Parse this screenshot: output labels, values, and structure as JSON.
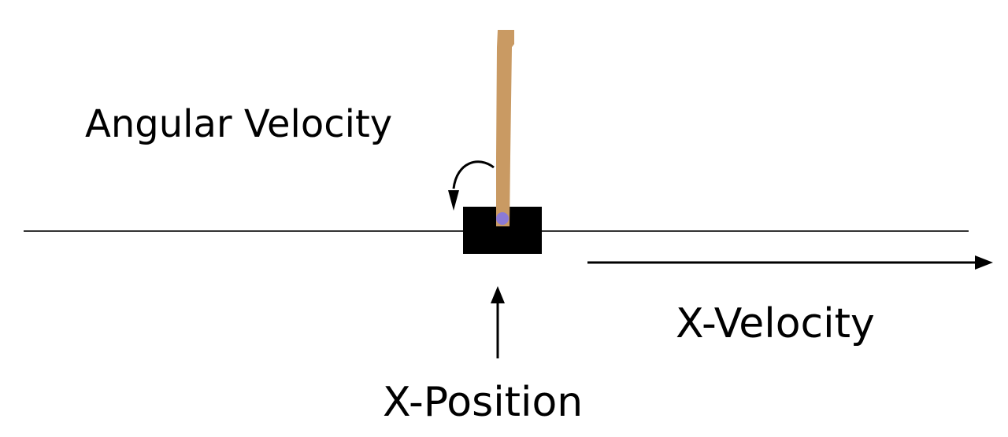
{
  "labels": {
    "angular_velocity": "Angular Velocity",
    "x_velocity": "X-Velocity",
    "x_position": "X-Position"
  },
  "colors": {
    "background": "#ffffff",
    "track": "#333333",
    "cart": "#000000",
    "pole": "#c99a63",
    "axle": "#8b7ad6",
    "annotation": "#000000"
  }
}
